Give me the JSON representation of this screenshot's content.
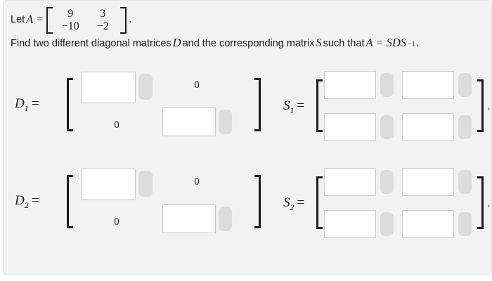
{
  "problem": {
    "intro_prefix": "Let",
    "matrix_var": "A",
    "equals": "=",
    "matrix_A": {
      "rows": [
        [
          "9",
          "3"
        ],
        [
          "−10",
          "−2"
        ]
      ]
    },
    "period": ".",
    "instruction": {
      "part1": "Find two different diagonal matrices",
      "var_D": "D",
      "part2": "and the corresponding matrix",
      "var_S": "S",
      "part3": "such that",
      "equation_lhs": "A",
      "equation_eq": "=",
      "equation_rhs": "SDS",
      "equation_exp": "−1",
      "end_period": "."
    }
  },
  "answer_blocks": [
    {
      "id": "D1",
      "label_base": "D",
      "label_sub": "1",
      "label_eq": "=",
      "kind": "diagonal",
      "cells": [
        {
          "name": "d1-r1c1",
          "type": "input",
          "value": "",
          "placeholder": ""
        },
        {
          "name": "d1-r1c2",
          "type": "static",
          "value": "0"
        },
        {
          "name": "d1-r2c1",
          "type": "static",
          "value": "0"
        },
        {
          "name": "d1-r2c2",
          "type": "input",
          "value": "",
          "placeholder": ""
        }
      ],
      "trailing": ""
    },
    {
      "id": "S1",
      "label_base": "S",
      "label_sub": "1",
      "label_eq": "=",
      "kind": "full",
      "cells": [
        {
          "name": "s1-r1c1",
          "type": "input",
          "value": "",
          "placeholder": ""
        },
        {
          "name": "s1-r1c2",
          "type": "input",
          "value": "",
          "placeholder": ""
        },
        {
          "name": "s1-r2c1",
          "type": "input",
          "value": "",
          "placeholder": ""
        },
        {
          "name": "s1-r2c2",
          "type": "input",
          "value": "",
          "placeholder": ""
        }
      ],
      "trailing": "."
    },
    {
      "id": "D2",
      "label_base": "D",
      "label_sub": "2",
      "label_eq": "=",
      "kind": "diagonal",
      "cells": [
        {
          "name": "d2-r1c1",
          "type": "input",
          "value": "",
          "placeholder": ""
        },
        {
          "name": "d2-r1c2",
          "type": "static",
          "value": "0"
        },
        {
          "name": "d2-r2c1",
          "type": "static",
          "value": "0"
        },
        {
          "name": "d2-r2c2",
          "type": "input",
          "value": "",
          "placeholder": ""
        }
      ],
      "trailing": ""
    },
    {
      "id": "S2",
      "label_base": "S",
      "label_sub": "2",
      "label_eq": "=",
      "kind": "full",
      "cells": [
        {
          "name": "s2-r1c1",
          "type": "input",
          "value": "",
          "placeholder": ""
        },
        {
          "name": "s2-r1c2",
          "type": "input",
          "value": "",
          "placeholder": ""
        },
        {
          "name": "s2-r2c1",
          "type": "input",
          "value": "",
          "placeholder": ""
        },
        {
          "name": "s2-r2c2",
          "type": "input",
          "value": "",
          "placeholder": ""
        }
      ],
      "trailing": "."
    }
  ],
  "colors": {
    "page_background": "#f2f2f2",
    "text": "#1a1a1a",
    "field_border": "#c9c9c9",
    "field_fill": "#ffffff",
    "handle_fill": "#dcdcdc",
    "card_border": "#e4e4e4"
  }
}
